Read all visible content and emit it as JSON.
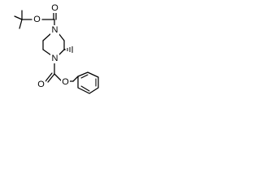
{
  "molecule": {
    "atoms": {
      "carbonyl_oxygen_top": "O",
      "ester_oxygen_top": "O",
      "ring_nitrogen_top": "N",
      "ring_nitrogen_bottom": "N",
      "carbonyl_oxygen_bottom": "O",
      "ester_oxygen_bottom": "O"
    }
  }
}
